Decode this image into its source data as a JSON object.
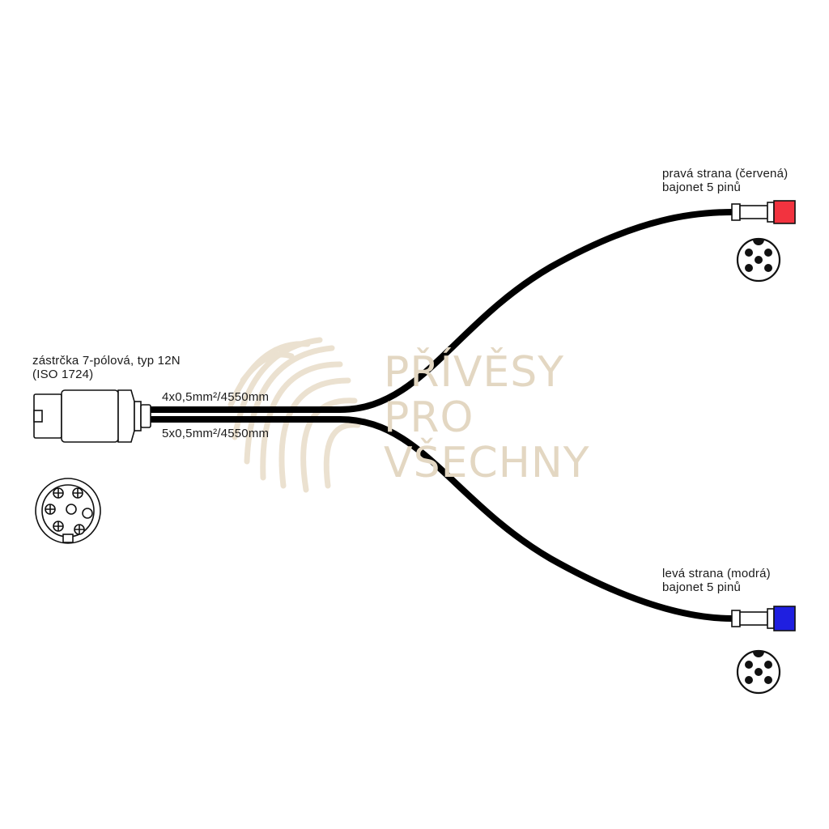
{
  "main_plug": {
    "label_line1": "zástrčka 7-pólová, typ 12N",
    "label_line2": "(ISO 1724)"
  },
  "cables": {
    "upper_spec": "4x0,5mm²/4550mm",
    "lower_spec": "5x0,5mm²/4550mm"
  },
  "right_side": {
    "label_line1": "pravá  strana (červená)",
    "label_line2": "bajonet 5 pinů",
    "color": "#f2333f"
  },
  "left_side": {
    "label_line1": "levá  strana (modrá)",
    "label_line2": "bajonet 5 pinů",
    "color": "#1f1fe0"
  },
  "watermark": {
    "line1": "PŘÍVĚSY",
    "line2": "PRO",
    "line3": "VŠECHNY",
    "color": "#e3d7c2"
  }
}
